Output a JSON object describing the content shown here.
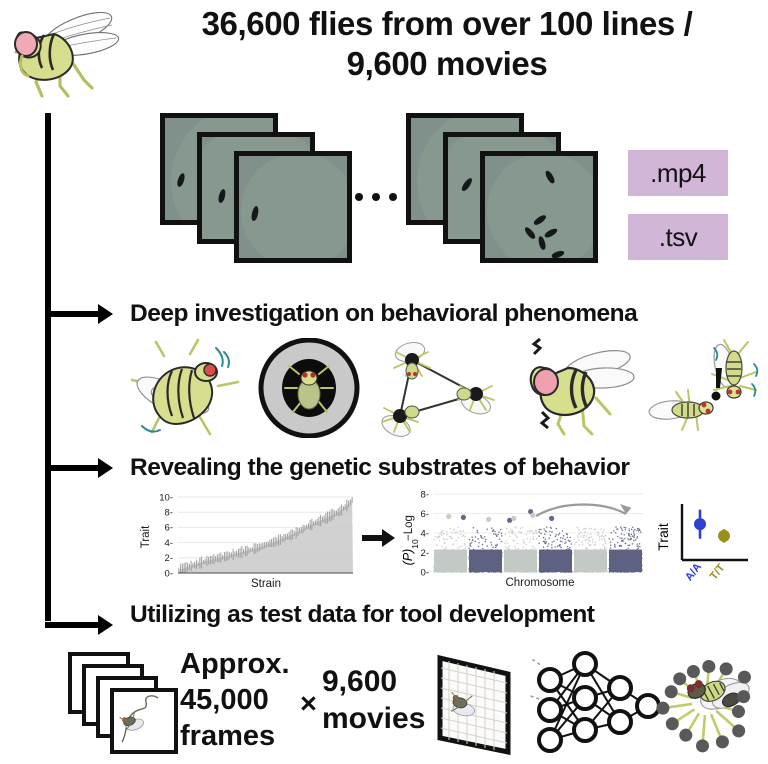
{
  "header": {
    "icon": "drosophila-fly-icon",
    "title_line1": "36,600 flies from over 100 lines /",
    "title_line2": "9,600 movies"
  },
  "data_row": {
    "ellipsis": "•••",
    "badges": [
      {
        "label": ".mp4",
        "color": "#d2b6d7"
      },
      {
        "label": ".tsv",
        "color": "#d2b6d7"
      }
    ],
    "frame_stacks": [
      {
        "name": "single-fly-movie-stack",
        "frames": 3,
        "flies_in_front": 1
      },
      {
        "name": "group-fly-movie-stack",
        "frames": 3,
        "flies_in_front": 6
      }
    ],
    "frame_bg": "#7f918a"
  },
  "sections": [
    {
      "id": "behavior",
      "heading": "Deep investigation on behavioral phenomena",
      "icons": [
        "grooming-fly-icon",
        "fly-in-arena-icon",
        "social-network-flies-icon",
        "angry-fly-icon",
        "fly-interaction-icon"
      ]
    },
    {
      "id": "genetics",
      "heading": "Revealing the genetic substrates of behavior",
      "icons": [
        "trait-by-strain-chart",
        "manhattan-plot",
        "genotype-effect-plot"
      ]
    },
    {
      "id": "tools",
      "heading": "Utilizing as test data for tool development",
      "icons": [
        "frame-stack-icon",
        "pose-grid-icon",
        "neural-network-icon",
        "keypoint-graph-icon"
      ]
    }
  ],
  "bottom": {
    "approx_label": "Approx.",
    "frames_number": "45,000",
    "frames_word": "frames",
    "times_symbol": "×",
    "movies_number": "9,600",
    "movies_word": "movies"
  },
  "chart_data": [
    {
      "name": "trait-by-strain-chart",
      "type": "bar",
      "title": "",
      "xlabel": "Strain",
      "ylabel": "Trait",
      "ylim": [
        0,
        10
      ],
      "yticks": [
        0,
        2,
        4,
        6,
        8,
        10
      ],
      "grid": true,
      "bar_color": "#9a9a9a",
      "fill_color": "#c9c9c9",
      "n_bars": 100,
      "description": "Rank-ordered per-strain trait means with error bars, ascending left to right",
      "values": [
        0.35,
        0.45,
        0.55,
        0.62,
        0.7,
        0.78,
        0.85,
        0.92,
        1.0,
        1.08,
        1.15,
        1.22,
        1.3,
        1.38,
        1.45,
        1.52,
        1.6,
        1.65,
        1.7,
        1.76,
        1.82,
        1.88,
        1.95,
        2.0,
        2.05,
        2.1,
        2.15,
        2.2,
        2.26,
        2.32,
        2.38,
        2.44,
        2.5,
        2.56,
        2.62,
        2.68,
        2.74,
        2.8,
        2.86,
        2.92,
        2.98,
        3.04,
        3.1,
        3.18,
        3.25,
        3.32,
        3.4,
        3.48,
        3.56,
        3.64,
        3.72,
        3.8,
        3.88,
        3.96,
        4.04,
        4.12,
        4.2,
        4.3,
        4.4,
        4.5,
        4.6,
        4.7,
        4.8,
        4.9,
        5.0,
        5.1,
        5.2,
        5.3,
        5.42,
        5.55,
        5.68,
        5.8,
        5.92,
        6.05,
        6.18,
        6.3,
        6.42,
        6.52,
        6.6,
        6.7,
        6.8,
        6.9,
        7.0,
        7.1,
        7.2,
        7.3,
        7.45,
        7.6,
        7.7,
        7.8,
        7.9,
        8.0,
        8.15,
        8.3,
        8.5,
        8.7,
        8.9,
        9.1,
        9.3,
        9.6
      ]
    },
    {
      "name": "manhattan-plot",
      "type": "scatter",
      "title": "",
      "xlabel": "Chromosome",
      "ylabel": "−Log₁₀(P)",
      "ylim": [
        0,
        8
      ],
      "yticks": [
        0,
        2,
        4,
        6,
        8
      ],
      "grid": true,
      "band_colors": [
        "#c3cac6",
        "#5d6283"
      ],
      "n_chromosomes": 6,
      "top_hits": [
        {
          "x": 0.07,
          "y": 5.7
        },
        {
          "x": 0.14,
          "y": 5.6
        },
        {
          "x": 0.26,
          "y": 5.4
        },
        {
          "x": 0.36,
          "y": 5.3
        },
        {
          "x": 0.38,
          "y": 5.5
        },
        {
          "x": 0.46,
          "y": 6.2
        },
        {
          "x": 0.47,
          "y": 5.8
        },
        {
          "x": 0.56,
          "y": 5.5
        }
      ],
      "annotation_arrow": "curved-arrow-to-effect-plot"
    },
    {
      "name": "genotype-effect-plot",
      "type": "scatter",
      "title": "",
      "xlabel": "",
      "ylabel": "Trait",
      "categories": [
        "A/A",
        "T/T"
      ],
      "category_colors": [
        "#2f3fd6",
        "#9a8e21"
      ],
      "values": [
        6.4,
        4.3
      ],
      "errors": [
        2.6,
        1.2
      ]
    }
  ]
}
